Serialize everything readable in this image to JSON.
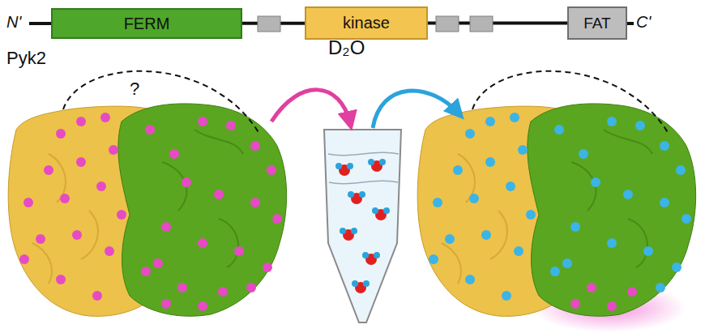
{
  "diagram": {
    "nodes": [
      {
        "text": [
          "FERM"
        ]
      },
      {
        "text": [
          "kinase"
        ]
      },
      {
        "text": [
          "FAT"
        ]
      }
    ],
    "edges": [
      {
        "from": 0,
        "to": 1,
        "arrow": "none"
      },
      {
        "from": 1,
        "to": 2,
        "arrow": "none"
      }
    ],
    "labels": [
      "N'",
      "C'",
      "Pyk2",
      "?",
      "D₂O"
    ]
  }
}
